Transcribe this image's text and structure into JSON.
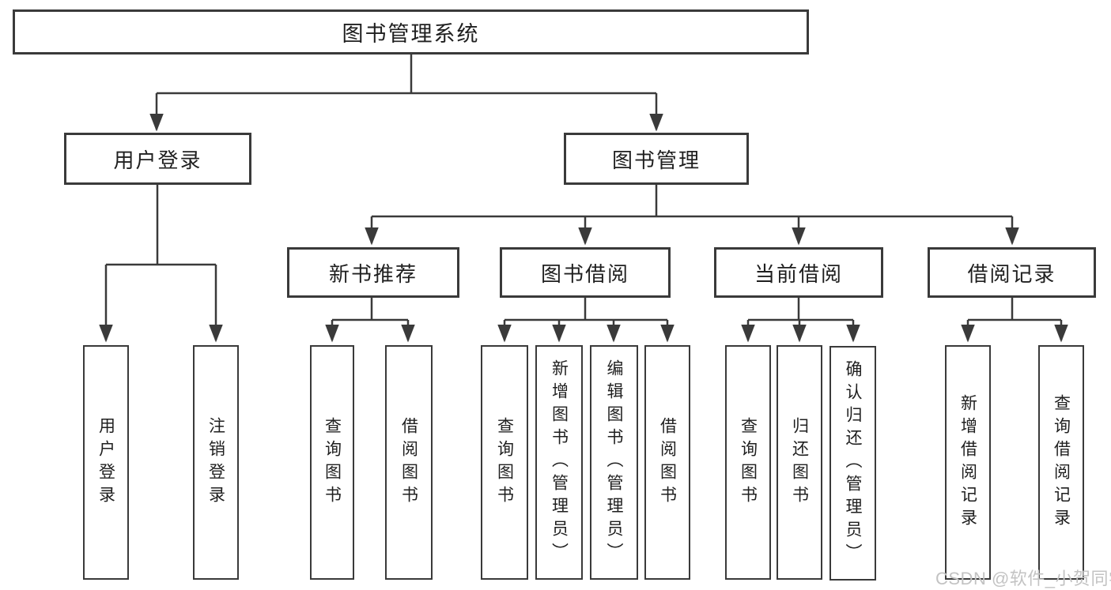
{
  "colors": {
    "line": "#3a3a3a",
    "text": "#1f1f1f",
    "watermark": "#c3c3c3",
    "background": "#ffffff"
  },
  "tree": {
    "root": {
      "label": "图书管理系统"
    },
    "branches": [
      {
        "label": "用户登录",
        "children": [
          {
            "label": "用户登录"
          },
          {
            "label": "注销登录"
          }
        ]
      },
      {
        "label": "图书管理",
        "children": [
          {
            "label": "新书推荐",
            "children": [
              {
                "label": "查询图书"
              },
              {
                "label": "借阅图书"
              }
            ]
          },
          {
            "label": "图书借阅",
            "children": [
              {
                "label": "查询图书"
              },
              {
                "label": "新增图书（管理员）"
              },
              {
                "label": "编辑图书（管理员）"
              },
              {
                "label": "借阅图书"
              }
            ]
          },
          {
            "label": "当前借阅",
            "children": [
              {
                "label": "查询图书"
              },
              {
                "label": "归还图书"
              },
              {
                "label": "确认归还（管理员）"
              }
            ]
          },
          {
            "label": "借阅记录",
            "children": [
              {
                "label": "新增借阅记录"
              },
              {
                "label": "查询借阅记录"
              }
            ]
          }
        ]
      }
    ]
  },
  "watermark": {
    "text": "CSDN @软件_小贺同学"
  }
}
